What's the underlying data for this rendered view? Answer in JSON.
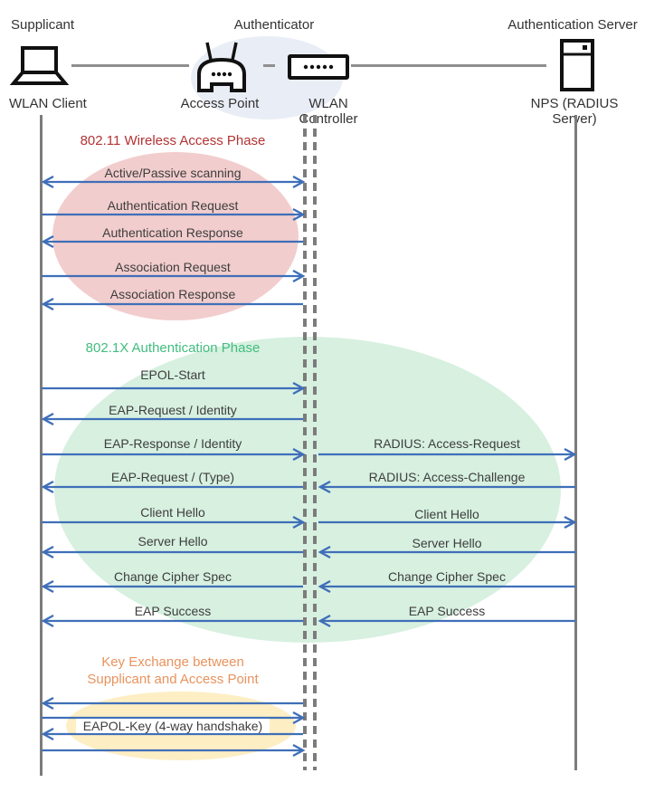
{
  "header": {
    "roles": {
      "supplicant": "Supplicant",
      "authenticator": "Authenticator",
      "auth_server": "Authentication Server"
    },
    "devices": {
      "wlan_client": "WLAN Client",
      "access_point": "Access Point",
      "wlan_controller": "WLAN Controller",
      "nps": "NPS (RADIUS Server)"
    }
  },
  "phases": {
    "phase1": {
      "title": "802.11 Wireless Access Phase",
      "color": "#B23334"
    },
    "phase2": {
      "title": "802.1X Authentication Phase",
      "color": "#42BD7F"
    },
    "phase3": {
      "title_line1": "Key Exchange between",
      "title_line2": "Supplicant and Access Point",
      "color": "#E8935E"
    }
  },
  "messages": {
    "left": [
      "Active/Passive scanning",
      "Authentication Request",
      "Authentication Response",
      "Association Request",
      "Association Response",
      "EPOL-Start",
      "EAP-Request / Identity",
      "EAP-Response / Identity",
      "EAP-Request / (Type)",
      "Client Hello",
      "Server Hello",
      "Change Cipher Spec",
      "EAP Success"
    ],
    "right": [
      "RADIUS: Access-Request",
      "RADIUS: Access-Challenge",
      "Client Hello",
      "Server Hello",
      "Change Cipher Spec",
      "EAP Success"
    ],
    "key_exchange_label": "EAPOL-Key (4-way handshake)"
  },
  "colors": {
    "arrow": "#3F6FB8",
    "lifeline": "#7C7C7C",
    "ellipse_pink": "#F2CDCD",
    "ellipse_green": "#D7F0E0",
    "ellipse_yellow": "#FDEEC4",
    "ellipse_blue": "#E9EDF6"
  }
}
